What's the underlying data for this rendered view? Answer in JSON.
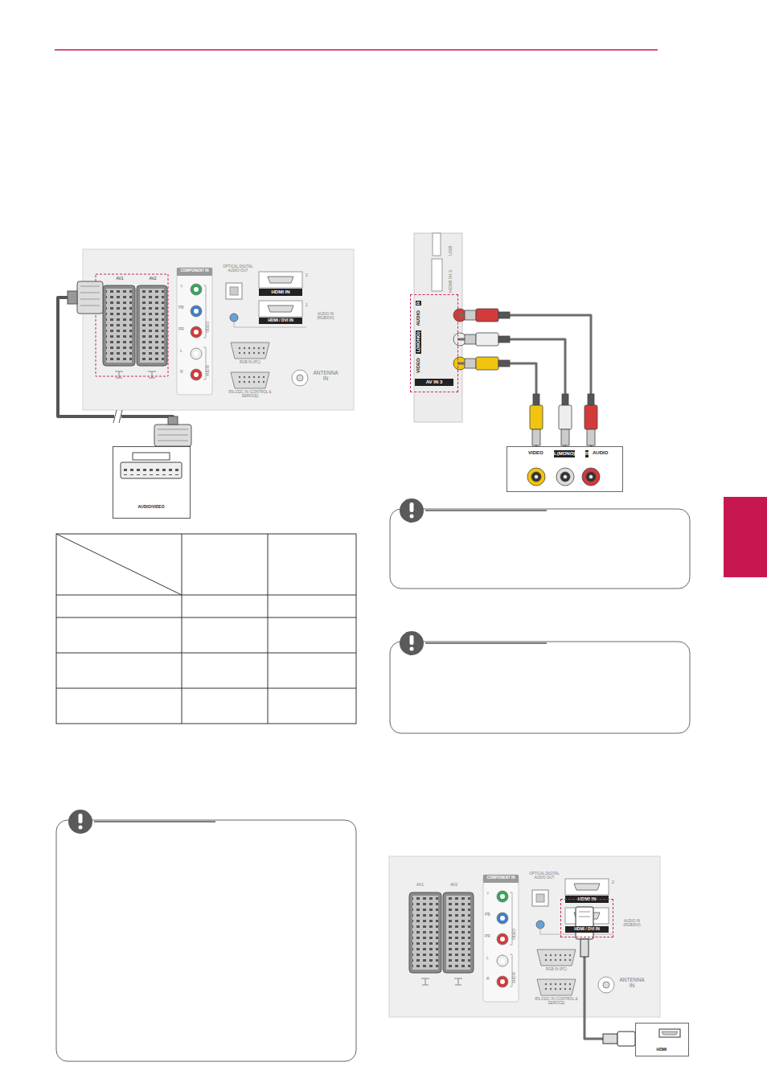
{
  "diagram": {
    "nodes": [
      {
        "text": [
          "AV1"
        ]
      },
      {
        "text": [
          "AV2"
        ]
      },
      {
        "text": [
          "AUDIO/VIDEO"
        ]
      },
      {
        "text": [
          "VIDEO",
          "L(MONO)",
          "AUDIO",
          "R",
          "AV IN 3"
        ]
      },
      {
        "text": [
          "VIDEO",
          "L(MONO)",
          "R",
          "AUDIO"
        ]
      },
      {
        "text": [
          "HDMI / DVI IN"
        ]
      },
      {
        "text": [
          "HDMI"
        ]
      }
    ],
    "edges": [
      {
        "from": 0,
        "to": 2,
        "arrow": "none"
      },
      {
        "from": 3,
        "to": 4,
        "arrow": "none"
      },
      {
        "from": 3,
        "to": 4,
        "arrow": "none"
      },
      {
        "from": 3,
        "to": 4,
        "arrow": "none"
      },
      {
        "from": 5,
        "to": 6,
        "arrow": "none"
      }
    ],
    "labels": [
      "COMPONENT IN",
      "Y",
      "PB",
      "PR",
      "L",
      "R",
      "VIDEO",
      "AUDIO",
      "OPTICAL DIGITAL AUDIO OUT",
      "2",
      "HDMI IN",
      "1",
      "HDMI / DVI IN",
      "AUDIO IN (RGB/DVI)",
      "RGB IN (PC)",
      "RS-232C IN (CONTROL & SERVICE)",
      "ANTENNA IN",
      "AV1",
      "AV2",
      "COMPONENT IN",
      "Y",
      "PB",
      "PR",
      "L",
      "R",
      "VIDEO",
      "AUDIO",
      "OPTICAL DIGITAL AUDIO OUT",
      "2",
      "HDMI IN",
      "AUDIO IN (RGB/DVI)",
      "RGB IN (PC)",
      "RS-232C IN (CONTROL & SERVICE)",
      "ANTENNA IN",
      "USB",
      "HDMI IN 3"
    ]
  }
}
